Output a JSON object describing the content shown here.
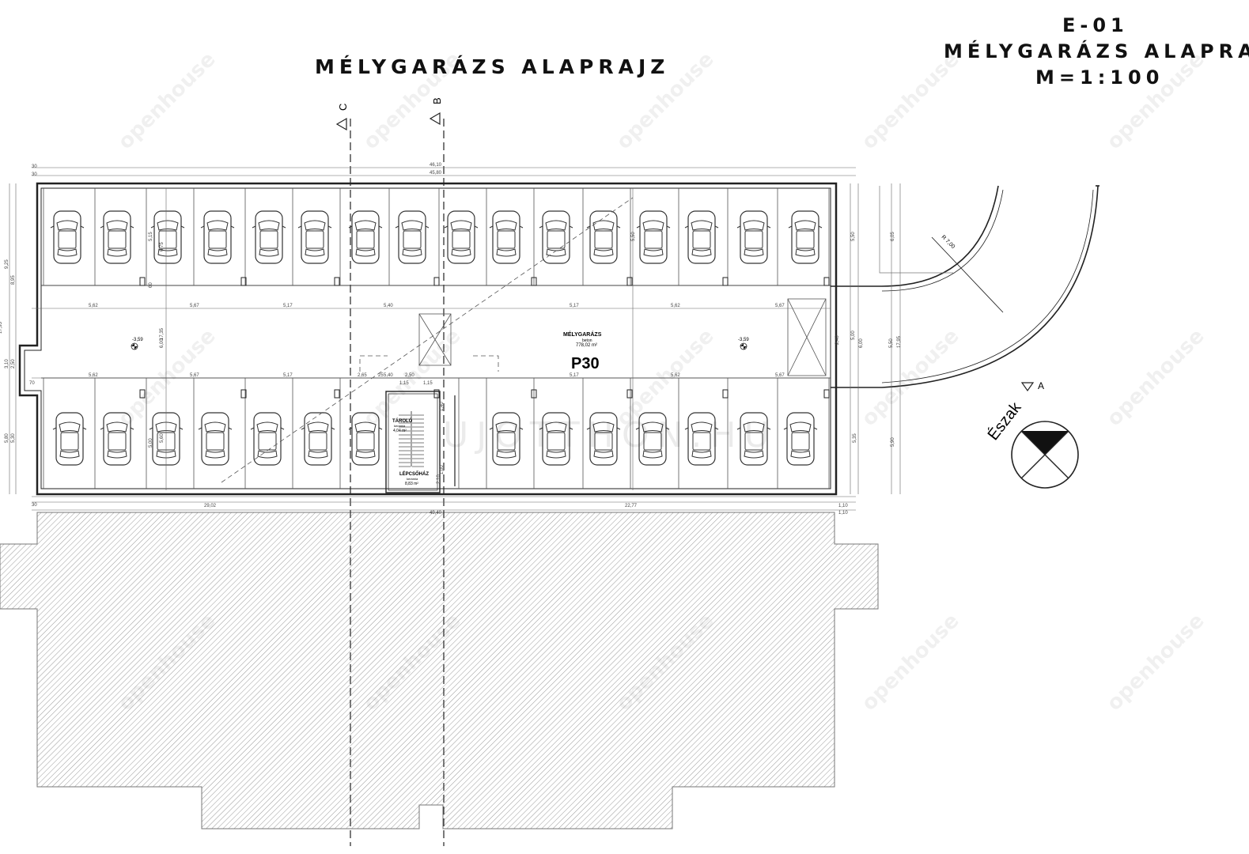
{
  "sheet": {
    "code": "E-01",
    "title": "MÉLYGARÁZS ALAPRAJZ",
    "scale": "M=1:100"
  },
  "plan": {
    "title": "MÉLYGARÁZS ALAPRAJZ",
    "sections": {
      "c": "C",
      "b": "B",
      "a": "A"
    },
    "rooms": {
      "garage": {
        "name": "MÉLYGARÁZS",
        "floor": "beton",
        "area": "778,02 m²",
        "code": "P30"
      },
      "storage": {
        "name": "TÁROLÓ",
        "floor": "kerámia",
        "area": "4,04 m²"
      },
      "stair": {
        "name": "LÉPCSŐHÁZ",
        "floor": "kerámia",
        "area": "8,83 m²"
      }
    },
    "levels": [
      "-3,59",
      "-3,59"
    ],
    "north": "Észak",
    "ramp_radius": "R 7,00",
    "watermark": "UJOTTHON.HU",
    "brand_watermark": "openhouse",
    "dims": {
      "top_total": "46,10",
      "top_inner": "45,80",
      "bottom_total": "49,40",
      "bottom_left": "29,02",
      "bottom_right": "22,77",
      "right_a": "1,10",
      "right_b": "1,10",
      "thirty": "30",
      "upper_bays": [
        "5,62",
        "5,67",
        "5,17",
        "5,40",
        "5,17",
        "5,62",
        "5,67"
      ],
      "lower_bays": [
        "5,62",
        "5,67",
        "5,17",
        "5,40",
        "5,17",
        "5,62",
        "5,67"
      ],
      "small": [
        "25",
        "2,65",
        "2,50",
        "1,15",
        "1,15",
        "70"
      ],
      "left_vert": [
        "9,25",
        "8,95",
        "17,35",
        "17,95",
        "3,10",
        "2,50",
        "5,80",
        "5,30"
      ],
      "inner_vert": [
        "5,15",
        "6,75",
        "6,00",
        "5,00",
        "5,60",
        "1,40",
        "1,00",
        "2,10"
      ],
      "right_vert": [
        "5,50",
        "6,05",
        "5,50",
        "6,00",
        "5,50",
        "17,95",
        "5,35",
        "5,90",
        "5,00",
        "2,40",
        "60"
      ]
    }
  }
}
